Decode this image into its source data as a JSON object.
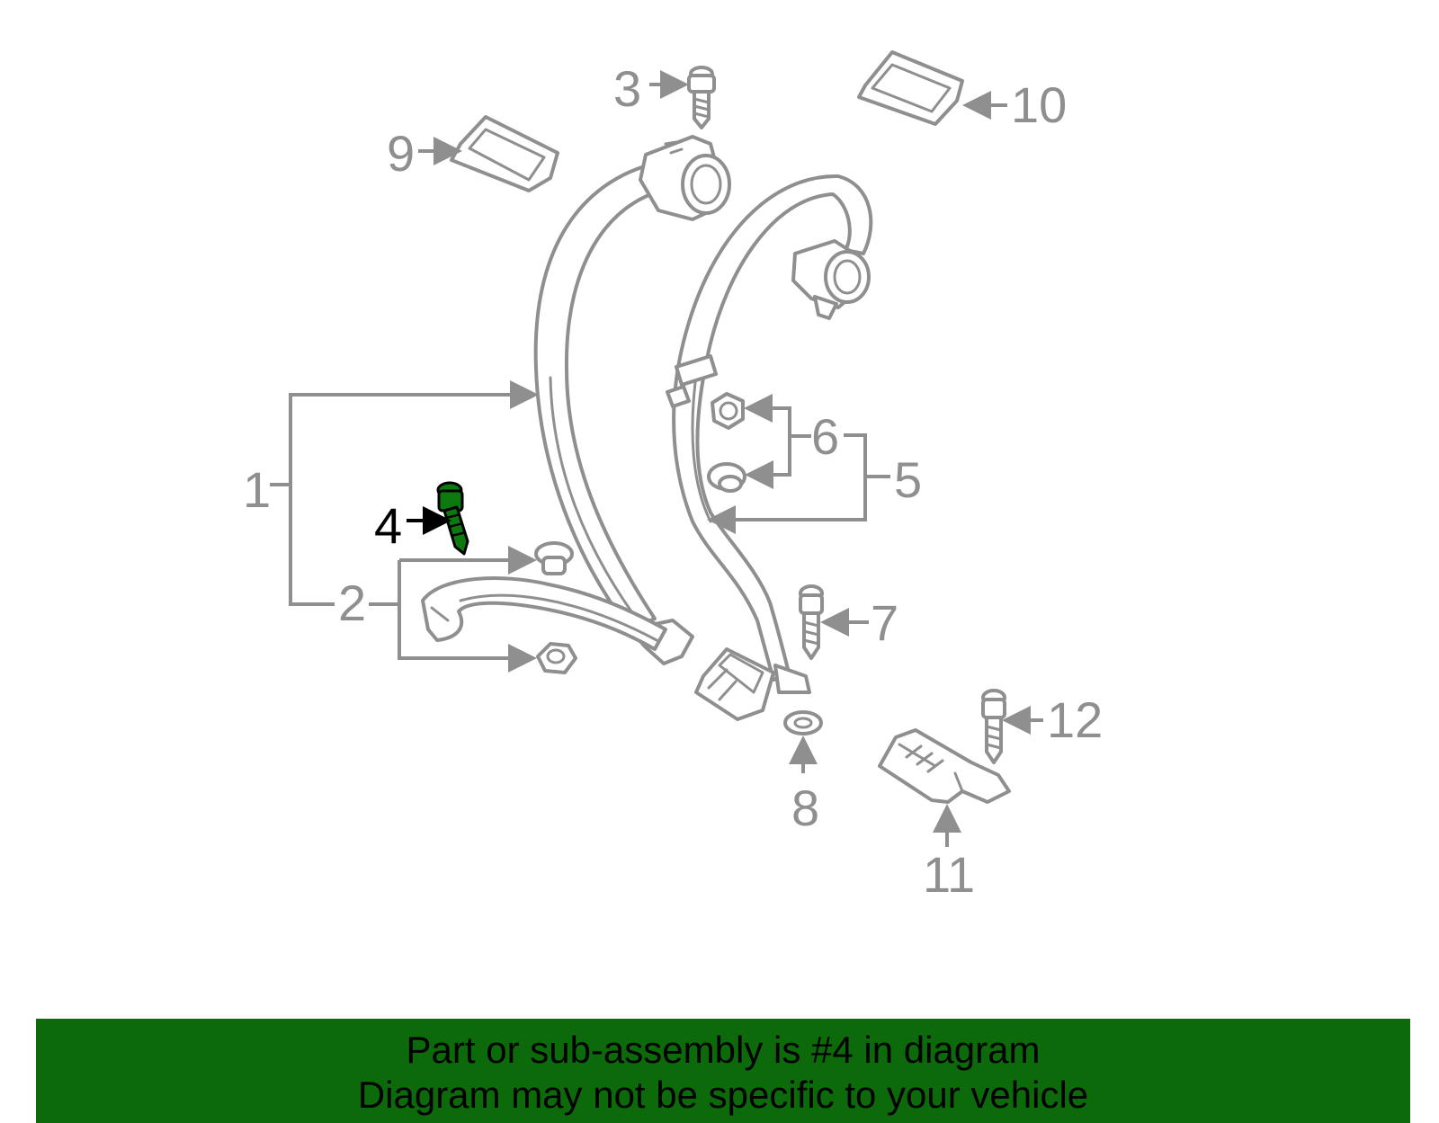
{
  "callouts": {
    "c1": "1",
    "c2": "2",
    "c3": "3",
    "c4": "4",
    "c5": "5",
    "c6": "6",
    "c7": "7",
    "c8": "8",
    "c9": "9",
    "c10": "10",
    "c11": "11",
    "c12": "12"
  },
  "highlighted_part": "4",
  "colors": {
    "banner": "#0d6a0a",
    "highlight": "#0d7a10",
    "linework": "#8f8f8f"
  },
  "banner": {
    "line1": "Part or sub-assembly is #4 in diagram",
    "line2": "Diagram may not be specific to your vehicle"
  }
}
